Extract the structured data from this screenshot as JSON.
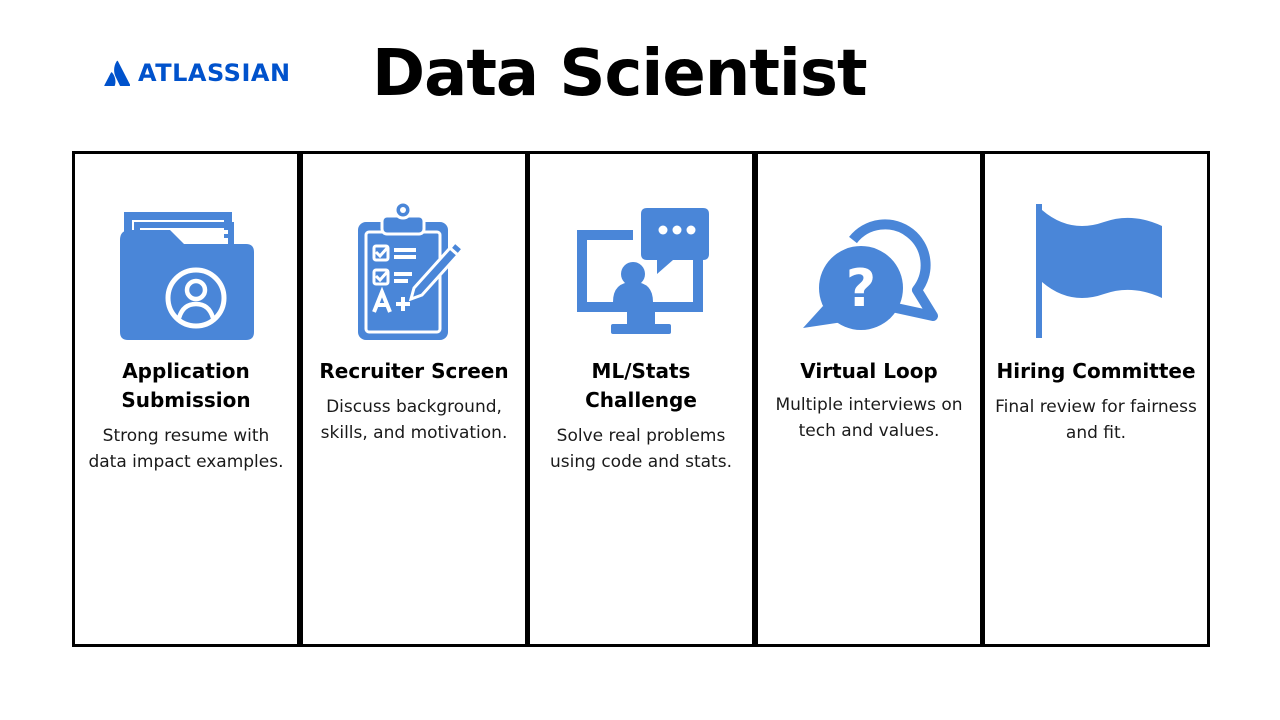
{
  "brand": {
    "name": "ATLASSIAN",
    "color": "#0052cc"
  },
  "page": {
    "title": "Data Scientist"
  },
  "accent_color": "#4a86d8",
  "stages": [
    {
      "icon": "folder-profile-icon",
      "title": "Application Submission",
      "description": "Strong resume with data impact examples."
    },
    {
      "icon": "clipboard-checklist-icon",
      "title": "Recruiter Screen",
      "description": "Discuss background, skills, and motivation."
    },
    {
      "icon": "monitor-chat-icon",
      "title": "ML/Stats Challenge",
      "description": "Solve real problems using code and stats."
    },
    {
      "icon": "question-chat-bubbles-icon",
      "title": "Virtual Loop",
      "description": "Multiple interviews on tech and values."
    },
    {
      "icon": "flag-icon",
      "title": "Hiring Committee",
      "description": "Final review for fairness and fit."
    }
  ]
}
